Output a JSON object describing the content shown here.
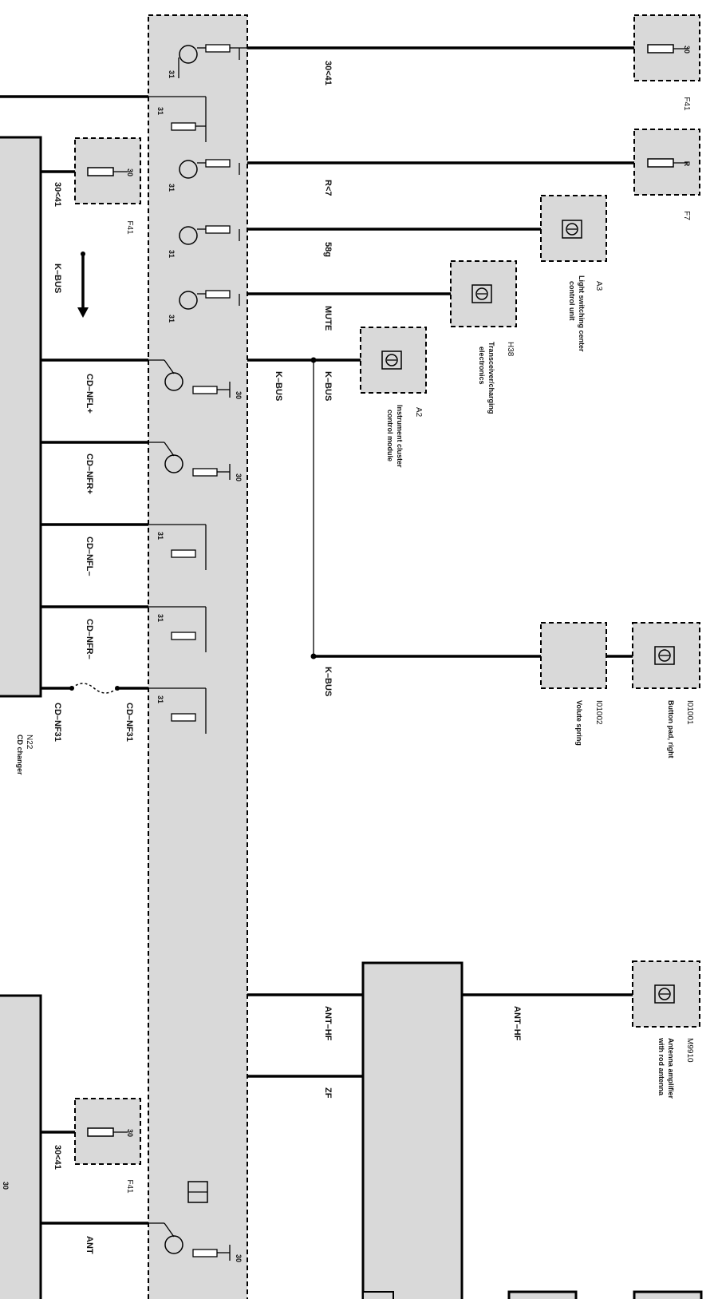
{
  "wire_labels": {
    "w30_41_top": "30<41",
    "r7": "R<7",
    "w58g": "58g",
    "mute": "MUTE",
    "kbus_a": "K–BUS",
    "kbus_b": "K–BUS",
    "kbus_c": "K–BUS",
    "kbus_cd": "K–BUS",
    "w30_41_left": "30<41",
    "cd_nfl_plus": "CD–NFL+",
    "cd_nfr_plus": "CD–NFR+",
    "cd_nfl_minus": "CD–NFL–",
    "cd_nfr_minus": "CD–NFR–",
    "cd_nf31_a": "CD–NF31",
    "cd_nf31_b": "CD–NF31",
    "ant_hf_a": "ANT–HF",
    "ant_hf_b": "ANT–HF",
    "zf": "ZF",
    "w30_41_bottom": "30<41",
    "ant": "ANT"
  },
  "pin_labels": {
    "p31": "31",
    "p30": "30",
    "pR": "R"
  },
  "components": {
    "f41": {
      "id": "F41"
    },
    "f7": {
      "id": "F7"
    },
    "a3": {
      "id": "A3",
      "name": "Light switching center control unit",
      "line1": "Light switching center",
      "line2": "control unit"
    },
    "h38": {
      "id": "H38",
      "name": "Transceiver/charging electronics",
      "line1": "Transceiver/charging",
      "line2": "electronics"
    },
    "a2": {
      "id": "A2",
      "name": "Instrument cluster control module",
      "line1": "Instrument cluster",
      "line2": "control module"
    },
    "i01002": {
      "id": "I01002",
      "name": "Volute spring"
    },
    "i01001": {
      "id": "I01001",
      "name": "Button pad, right"
    },
    "n22": {
      "id": "N22",
      "name": "CD changer"
    },
    "m9910": {
      "id": "M9910",
      "name": "Antenna amplifier with rod antenna",
      "line1": "Antenna amplifier",
      "line2": "with rod antenna"
    }
  },
  "colors": {
    "module_fill": "#d9d9d9",
    "line": "#000000"
  }
}
